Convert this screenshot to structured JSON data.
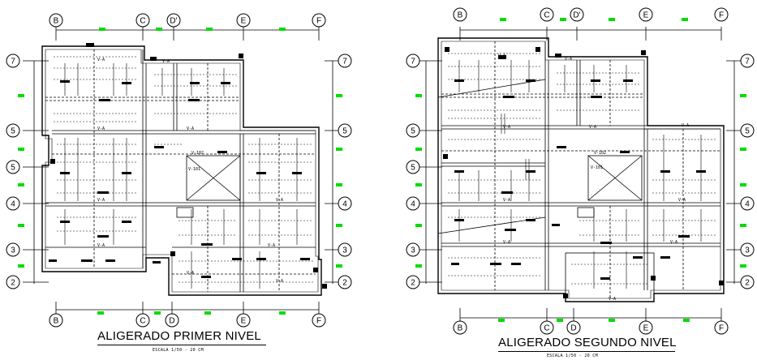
{
  "drawings": [
    {
      "title": "ALIGERADO PRIMER NIVEL",
      "subtitle": "ESCALA 1/50 - 20 CM",
      "grid_top": [
        "B",
        "C",
        "D'",
        "E",
        "F"
      ],
      "grid_bottom": [
        "B",
        "C",
        "D",
        "E",
        "F"
      ],
      "grid_left": [
        "7",
        "5",
        "5",
        "4",
        "3",
        "2"
      ],
      "grid_right": [
        "7",
        "5",
        "4",
        "3",
        "2"
      ]
    },
    {
      "title": "ALIGERADO SEGUNDO NIVEL",
      "subtitle": "ESCALA 1/50 - 20 CM",
      "grid_top": [
        "B",
        "C",
        "D'",
        "E",
        "F"
      ],
      "grid_bottom": [
        "B",
        "C",
        "D",
        "E",
        "F"
      ],
      "grid_left": [
        "7",
        "5",
        "5",
        "4",
        "3",
        "2"
      ],
      "grid_right": [
        "7",
        "5",
        "4",
        "3",
        "2"
      ]
    }
  ],
  "beam_labels": [
    "V-A",
    "V-101",
    "V-102"
  ],
  "colors": {
    "line": "#000000",
    "dim_marker": "#00dd00",
    "background": "#ffffff"
  }
}
